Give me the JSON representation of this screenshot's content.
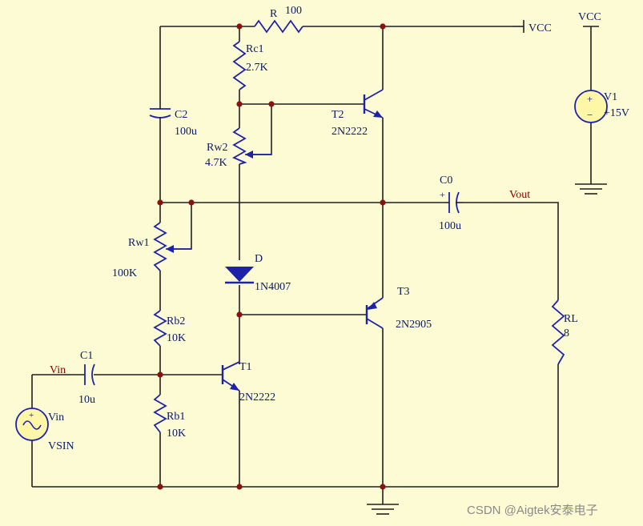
{
  "labels": {
    "r": "R",
    "r_val": "100",
    "vcc_left": "VCC",
    "vcc_right": "VCC",
    "rc1": "Rc1",
    "rc1_val": "2.7K",
    "c2": "C2",
    "c2_val": "100u",
    "rw2": "Rw2",
    "rw2_val": "4.7K",
    "t2": "T2",
    "t2_type": "2N2222",
    "v1": "V1",
    "v1_val": "+15V",
    "c0": "C0",
    "c0_val": "100u",
    "vout": "Vout",
    "rw1": "Rw1",
    "rw1_val": "100K",
    "d": "D",
    "d_type": "1N4007",
    "t3": "T3",
    "t3_type": "2N2905",
    "rb2": "Rb2",
    "rb2_val": "10K",
    "c1": "C1",
    "c1_val": "10u",
    "vin_net": "Vin",
    "t1": "T1",
    "t1_type": "2N2222",
    "rl": "RL",
    "rl_val": "8",
    "vin_src": "Vin",
    "vin_src_type": "VSIN",
    "rb1": "Rb1",
    "rb1_val": "10K",
    "plus": "+",
    "minus": "−"
  },
  "watermark": "CSDN @Aigtek安泰电子",
  "colors": {
    "background": "#fdfbd3",
    "wire": "#202020",
    "component": "#1d22a8",
    "junction": "#8b1010",
    "net_label": "#8b0000",
    "source_fill": "#fff7a8"
  }
}
